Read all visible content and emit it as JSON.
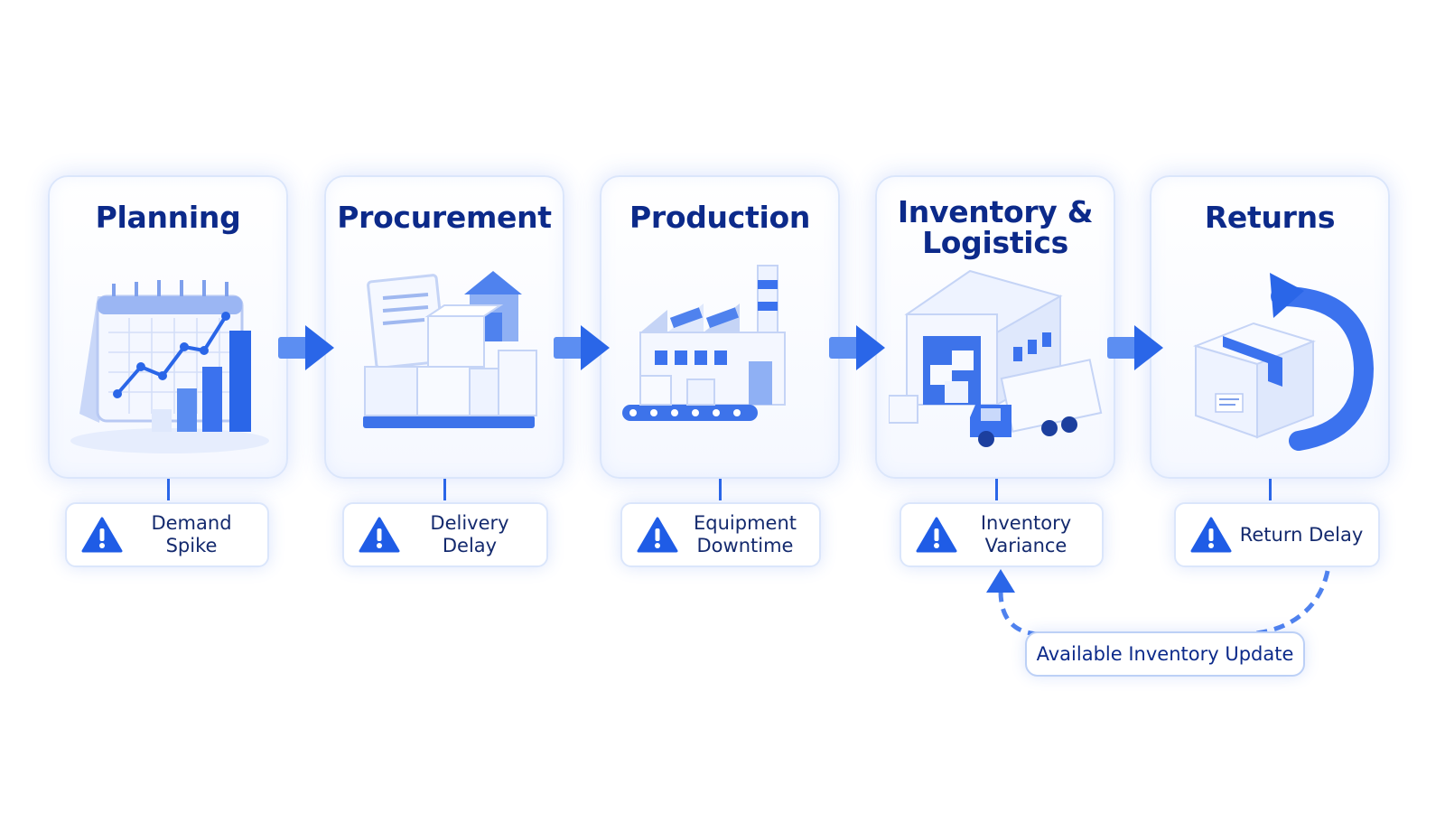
{
  "stages": [
    {
      "title_line1": "Planning",
      "title_line2": "",
      "illustration": "calendar-chart-icon",
      "issue": "Demand Spike",
      "issue_line2": ""
    },
    {
      "title_line1": "Procurement",
      "title_line2": "",
      "illustration": "boxes-pallet-icon",
      "issue": "Delivery Delay",
      "issue_line2": ""
    },
    {
      "title_line1": "Production",
      "title_line2": "",
      "illustration": "factory-conveyor-icon",
      "issue": "Equipment",
      "issue_line2": "Downtime"
    },
    {
      "title_line1": "Inventory &",
      "title_line2": "Logistics",
      "illustration": "warehouse-truck-icon",
      "issue": "Inventory",
      "issue_line2": "Variance"
    },
    {
      "title_line1": "Returns",
      "title_line2": "",
      "illustration": "return-box-icon",
      "issue": "Return Delay",
      "issue_line2": ""
    }
  ],
  "feedback": {
    "label": "Available Inventory Update",
    "from": "Returns",
    "to": "Inventory & Logistics"
  },
  "colors": {
    "accent": "#2a66e8",
    "title": "#0c2a8a",
    "border": "#dbe6fb",
    "warning": "#1f5ce6"
  }
}
